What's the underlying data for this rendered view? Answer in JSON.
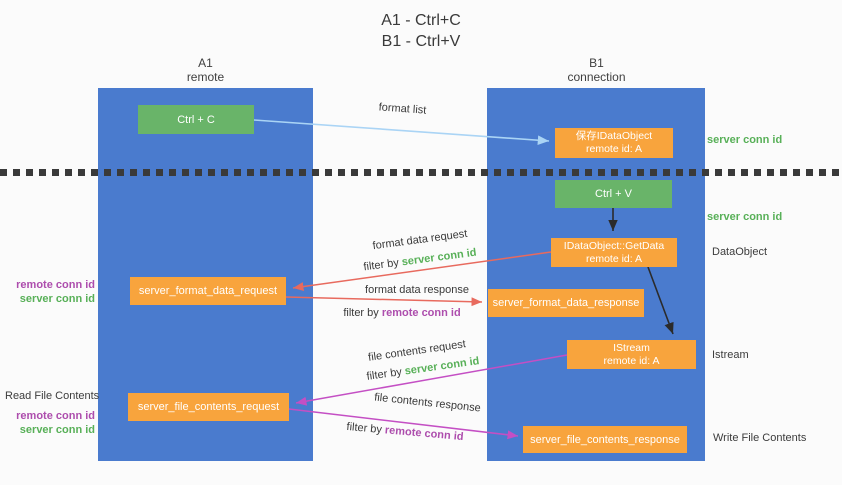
{
  "title": {
    "line1": "A1 - Ctrl+C",
    "line2": "B1 - Ctrl+V"
  },
  "lifelines": {
    "a1": {
      "name": "A1",
      "subtitle": "remote"
    },
    "b1": {
      "name": "B1",
      "subtitle": "connection"
    }
  },
  "nodes": {
    "ctrl_c": "Ctrl + C",
    "ctrl_v": "Ctrl + V",
    "save_dataobject_line1": "保存IDataObject",
    "save_dataobject_line2": "remote id: A",
    "getdata_line1": "IDataObject::GetData",
    "getdata_line2": "remote id: A",
    "istream_line1": "IStream",
    "istream_line2": "remote id: A",
    "server_format_data_request": "server_format_data_request",
    "server_format_data_response": "server_format_data_response",
    "server_file_contents_request": "server_file_contents_request",
    "server_file_contents_response": "server_file_contents_response"
  },
  "arrow_labels": {
    "format_list": "format list",
    "format_data_request": "format data request",
    "format_data_response": "format data response",
    "file_contents_request": "file contents request",
    "file_contents_response": "file contents response",
    "filter_by": "filter by ",
    "server_conn_id": "server conn id",
    "remote_conn_id": "remote conn id"
  },
  "side_labels": {
    "server_conn_id_right_top": "server conn id",
    "server_conn_id_right_mid": "server conn id",
    "dataobject": "DataObject",
    "istream": "Istream",
    "write_file_contents": "Write File Contents",
    "read_file_contents": "Read File Contents",
    "remote_conn_id_left1": "remote conn id",
    "server_conn_id_left1": "server conn id",
    "remote_conn_id_left2": "remote conn id",
    "server_conn_id_left2": "server conn id"
  },
  "colors": {
    "lifeline_blue": "#4a7bce",
    "box_green": "#69b469",
    "box_orange": "#f8a43d",
    "green_text": "#58b058",
    "purple_text": "#ad4dad",
    "arrow_lightblue": "#aad4f5",
    "arrow_red": "#e86a5e",
    "arrow_magenta": "#c44fc4",
    "arrow_black": "#2b2b2b"
  }
}
